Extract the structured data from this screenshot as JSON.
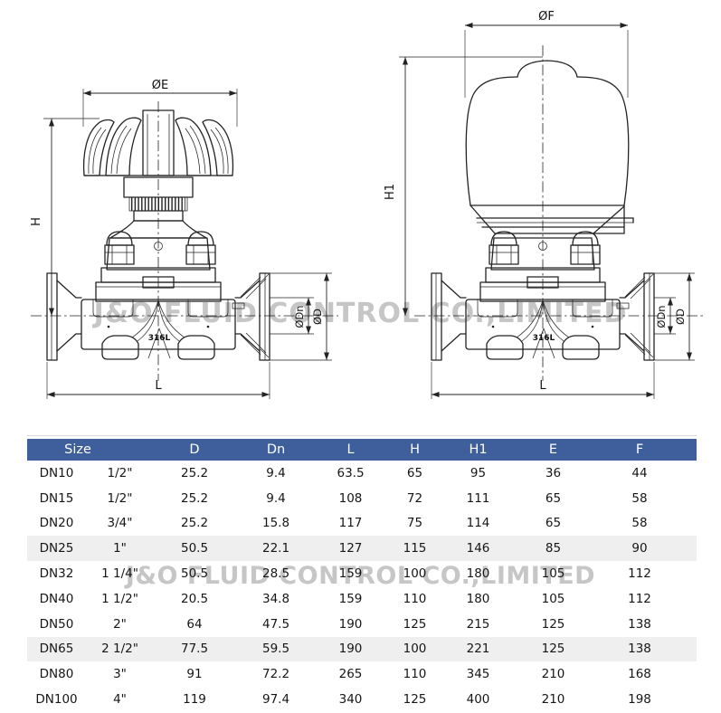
{
  "watermark": {
    "text": "J&O FLUID CONTROL CO.,LIMITED",
    "color": "#c6c6c6"
  },
  "drawings": {
    "left": {
      "name": "manual-diaphragm-valve",
      "dim_top": "ØE",
      "dim_height": "H",
      "dim_length": "L",
      "dim_bore": "ØDn",
      "dim_outer": "ØD",
      "material": "316L"
    },
    "right": {
      "name": "pneumatic-diaphragm-valve",
      "dim_top": "ØF",
      "dim_height": "H1",
      "dim_length": "L",
      "dim_bore": "ØDn",
      "dim_outer": "ØD",
      "material": "316L"
    }
  },
  "table": {
    "header_bg": "#3e5f9b",
    "header_fg": "#ffffff",
    "shaded_bg": "#efefef",
    "size_header": "Size",
    "columns": [
      "D",
      "Dn",
      "L",
      "H",
      "H1",
      "E",
      "F"
    ],
    "rows": [
      {
        "dn": "DN10",
        "size": "1/2\"",
        "values": [
          "25.2",
          "9.4",
          "63.5",
          "65",
          "95",
          "36",
          "44"
        ]
      },
      {
        "dn": "DN15",
        "size": "1/2\"",
        "values": [
          "25.2",
          "9.4",
          "108",
          "72",
          "111",
          "65",
          "58"
        ]
      },
      {
        "dn": "DN20",
        "size": "3/4\"",
        "values": [
          "25.2",
          "15.8",
          "117",
          "75",
          "114",
          "65",
          "58"
        ]
      },
      {
        "dn": "DN25",
        "size": "1\"",
        "values": [
          "50.5",
          "22.1",
          "127",
          "115",
          "146",
          "85",
          "90"
        ]
      },
      {
        "dn": "DN32",
        "size": "1 1/4\"",
        "values": [
          "50.5",
          "28.5",
          "159",
          "100",
          "180",
          "105",
          "112"
        ]
      },
      {
        "dn": "DN40",
        "size": "1 1/2\"",
        "values": [
          "20.5",
          "34.8",
          "159",
          "110",
          "180",
          "105",
          "112"
        ]
      },
      {
        "dn": "DN50",
        "size": "2\"",
        "values": [
          "64",
          "47.5",
          "190",
          "125",
          "215",
          "125",
          "138"
        ]
      },
      {
        "dn": "DN65",
        "size": "2 1/2\"",
        "values": [
          "77.5",
          "59.5",
          "190",
          "100",
          "221",
          "125",
          "138"
        ]
      },
      {
        "dn": "DN80",
        "size": "3\"",
        "values": [
          "91",
          "72.2",
          "265",
          "110",
          "345",
          "210",
          "168"
        ]
      },
      {
        "dn": "DN100",
        "size": "4\"",
        "values": [
          "119",
          "97.4",
          "340",
          "125",
          "400",
          "210",
          "198"
        ]
      }
    ],
    "shaded_rows": [
      3,
      7
    ]
  }
}
